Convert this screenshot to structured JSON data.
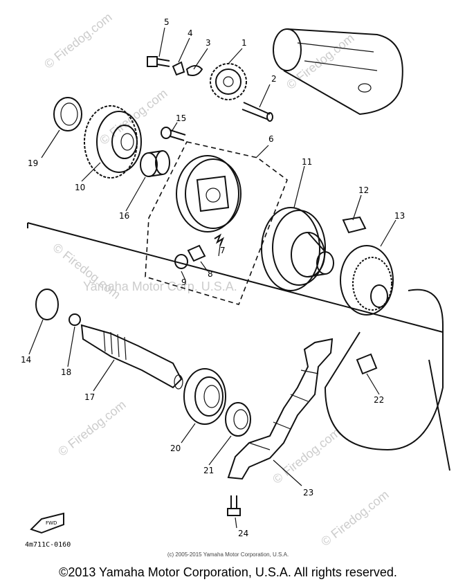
{
  "watermarks": [
    "© Firedog.com",
    "© Firedog.com",
    "© Firedog.com",
    "© Firedog.com",
    "© Firedog.com",
    "© Firedog.com",
    "© Firedog.com"
  ],
  "watermark_center": "Yamaha Motor Corp. U.S.A.",
  "callouts": {
    "p1": "1",
    "p2": "2",
    "p3": "3",
    "p4": "4",
    "p5": "5",
    "p6": "6",
    "p7": "7",
    "p8": "8",
    "p9": "9",
    "p10": "10",
    "p11": "11",
    "p12": "12",
    "p13": "13",
    "p14": "14",
    "p15": "15",
    "p16": "16",
    "p17": "17",
    "p18": "18",
    "p19": "19",
    "p20": "20",
    "p21": "21",
    "p22": "22",
    "p23": "23",
    "p24": "24"
  },
  "figure_code": "4m711C-0160",
  "front_label": "FWD",
  "copyright_small": "(c) 2005-2015 Yamaha Motor Corporation, U.S.A.",
  "copyright_main": "©2013 Yamaha Motor Corporation, U.S.A. All rights reserved."
}
